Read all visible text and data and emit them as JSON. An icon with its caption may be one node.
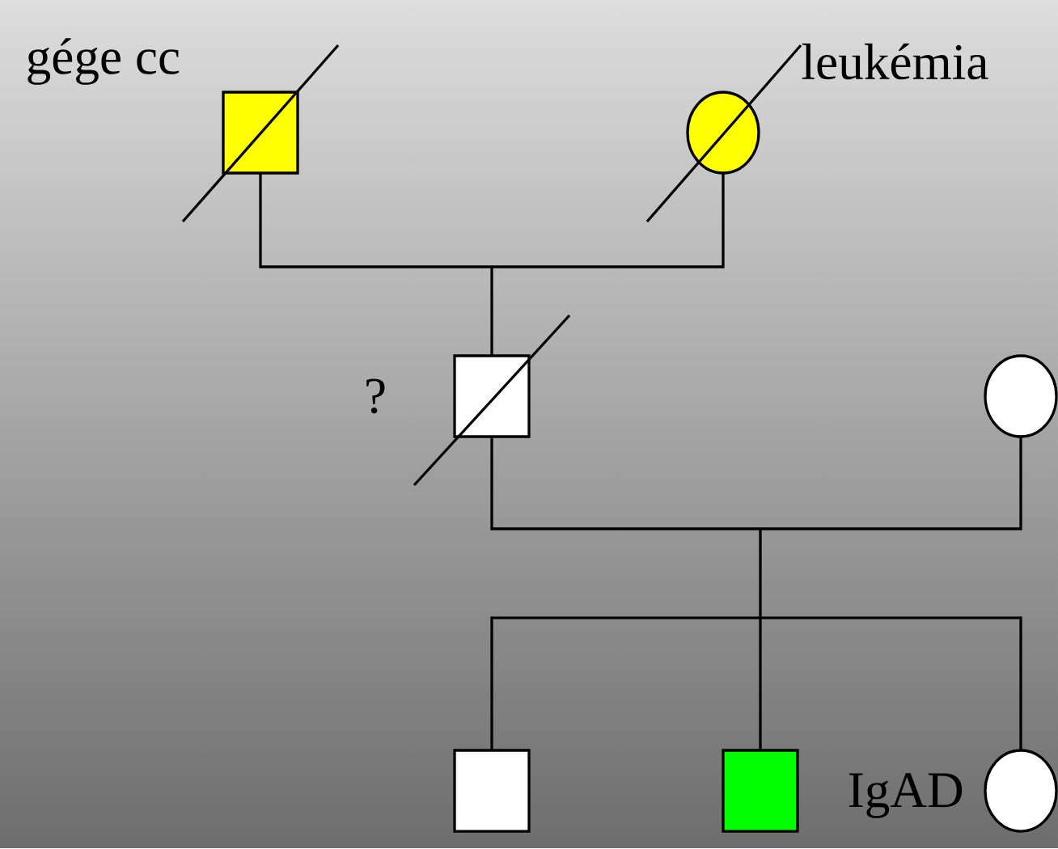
{
  "diagram": {
    "nodes": [
      {
        "text": [],
        "shape": "box",
        "beside": [
          "gége cc"
        ]
      },
      {
        "text": [],
        "shape": "circle",
        "beside": [
          "leukémia"
        ]
      },
      {
        "text": [],
        "shape": "box",
        "beside": [
          "?"
        ]
      },
      {
        "text": [],
        "shape": "circle"
      },
      {
        "text": [],
        "shape": "box"
      },
      {
        "text": [],
        "shape": "box",
        "beside": [
          "IgAD"
        ]
      },
      {
        "text": [],
        "shape": "circle"
      }
    ],
    "edges": [
      {
        "from": 0,
        "to": 2,
        "arrow": "none"
      },
      {
        "from": 1,
        "to": 2,
        "arrow": "none"
      },
      {
        "from": 2,
        "to": 4,
        "arrow": "none"
      },
      {
        "from": 2,
        "to": 5,
        "arrow": "none"
      },
      {
        "from": 2,
        "to": 6,
        "arrow": "none"
      },
      {
        "from": 3,
        "to": 4,
        "arrow": "none"
      },
      {
        "from": 3,
        "to": 5,
        "arrow": "none"
      },
      {
        "from": 3,
        "to": 6,
        "arrow": "none"
      }
    ]
  }
}
